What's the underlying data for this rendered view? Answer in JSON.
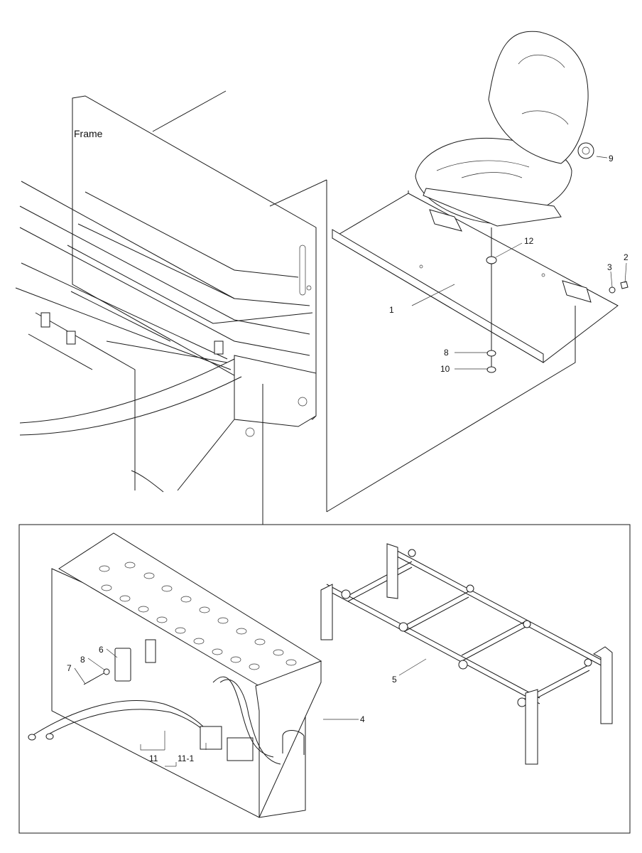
{
  "frame_label": "Frame",
  "callouts": {
    "c1": "1",
    "c2": "2",
    "c3": "3",
    "c4": "4",
    "c5": "5",
    "c6": "6",
    "c7": "7",
    "c8a": "8",
    "c8b": "8",
    "c9": "9",
    "c10": "10",
    "c11": "11",
    "c11_1": "11-1",
    "c12": "12"
  }
}
